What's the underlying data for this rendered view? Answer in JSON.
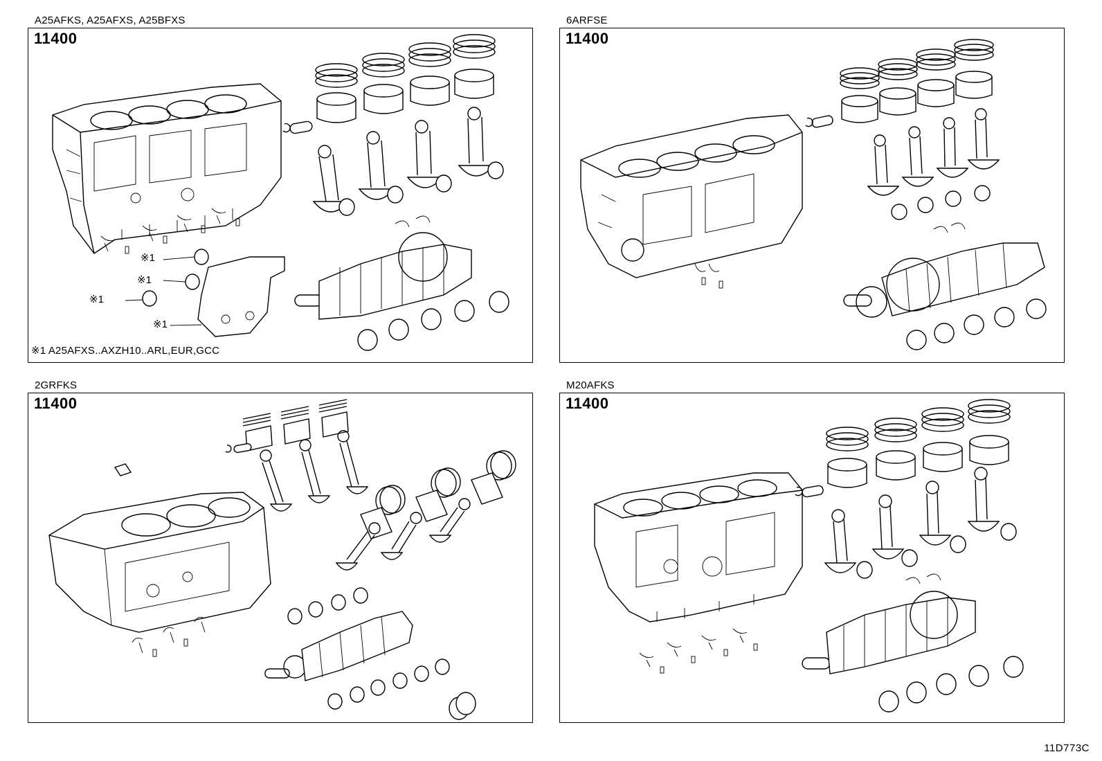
{
  "panels": [
    {
      "caption": "A25AFKS, A25AFXS, A25BFXS",
      "part_code": "11400",
      "callouts": [
        "※1",
        "※1",
        "※1",
        "※1"
      ],
      "note": "※1 A25AFXS..AXZH10..ARL,EUR,GCC"
    },
    {
      "caption": "6ARFSE",
      "part_code": "11400"
    },
    {
      "caption": "2GRFKS",
      "part_code": "11400"
    },
    {
      "caption": "M20AFKS",
      "part_code": "11400"
    }
  ],
  "figure_id": "11D773C"
}
